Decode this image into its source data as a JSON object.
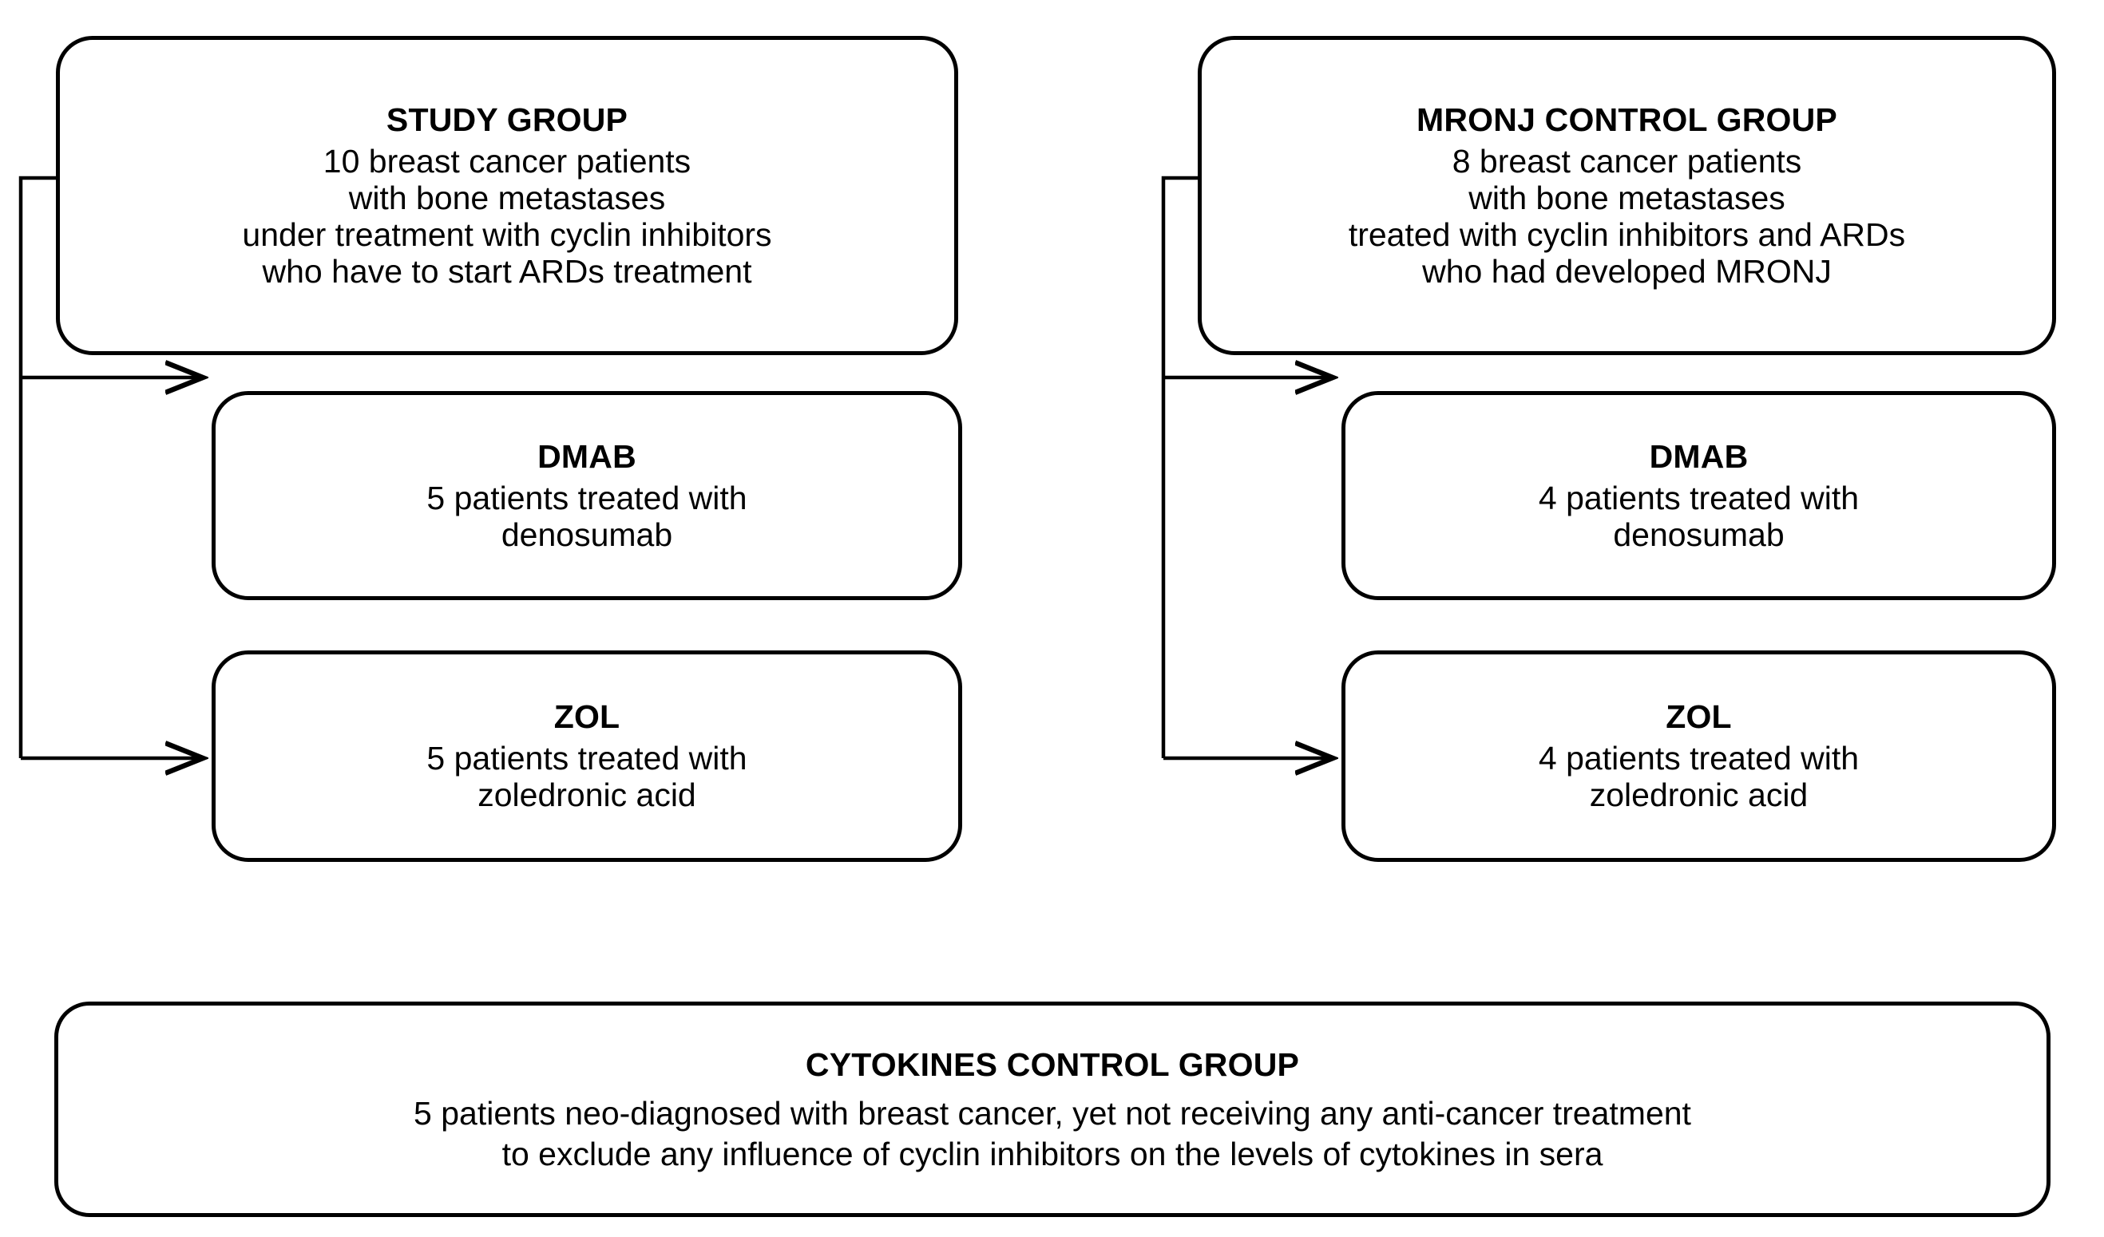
{
  "diagram": {
    "title": "Study design flowchart",
    "stroke_color": "#000000",
    "background_color": "#ffffff"
  },
  "nodes": {
    "study_group": {
      "title": "STUDY GROUP",
      "lines": [
        "10 breast cancer patients",
        "with bone metastases",
        "under treatment with cyclin inhibitors",
        "who have to start ARDs treatment"
      ]
    },
    "mronj_control_group": {
      "title": "MRONJ CONTROL GROUP",
      "lines": [
        "8 breast cancer patients",
        "with bone metastases",
        "treated with cyclin inhibitors and ARDs",
        "who had developed MRONJ"
      ]
    },
    "dmab_left": {
      "title": "DMAB",
      "lines": [
        "5 patients treated with",
        "denosumab"
      ]
    },
    "zol_left": {
      "title": "ZOL",
      "lines": [
        "5 patients treated with",
        "zoledronic acid"
      ]
    },
    "dmab_right": {
      "title": "DMAB",
      "lines": [
        "4 patients treated with",
        "denosumab"
      ]
    },
    "zol_right": {
      "title": "ZOL",
      "lines": [
        "4 patients treated with",
        "zoledronic acid"
      ]
    },
    "cytokines_control_group": {
      "title": "CYTOKINES CONTROL GROUP",
      "lines": [
        "5 patients neo-diagnosed with breast cancer, yet not receiving any anti-cancer treatment",
        "to exclude any influence of cyclin inhibitors on the levels of cytokines in sera"
      ]
    }
  },
  "connectors": [
    {
      "from": "study_group",
      "to": "dmab_left",
      "arrow": true
    },
    {
      "from": "study_group",
      "to": "zol_left",
      "arrow": true
    },
    {
      "from": "mronj_control_group",
      "to": "dmab_right",
      "arrow": true
    },
    {
      "from": "mronj_control_group",
      "to": "zol_right",
      "arrow": true
    }
  ]
}
